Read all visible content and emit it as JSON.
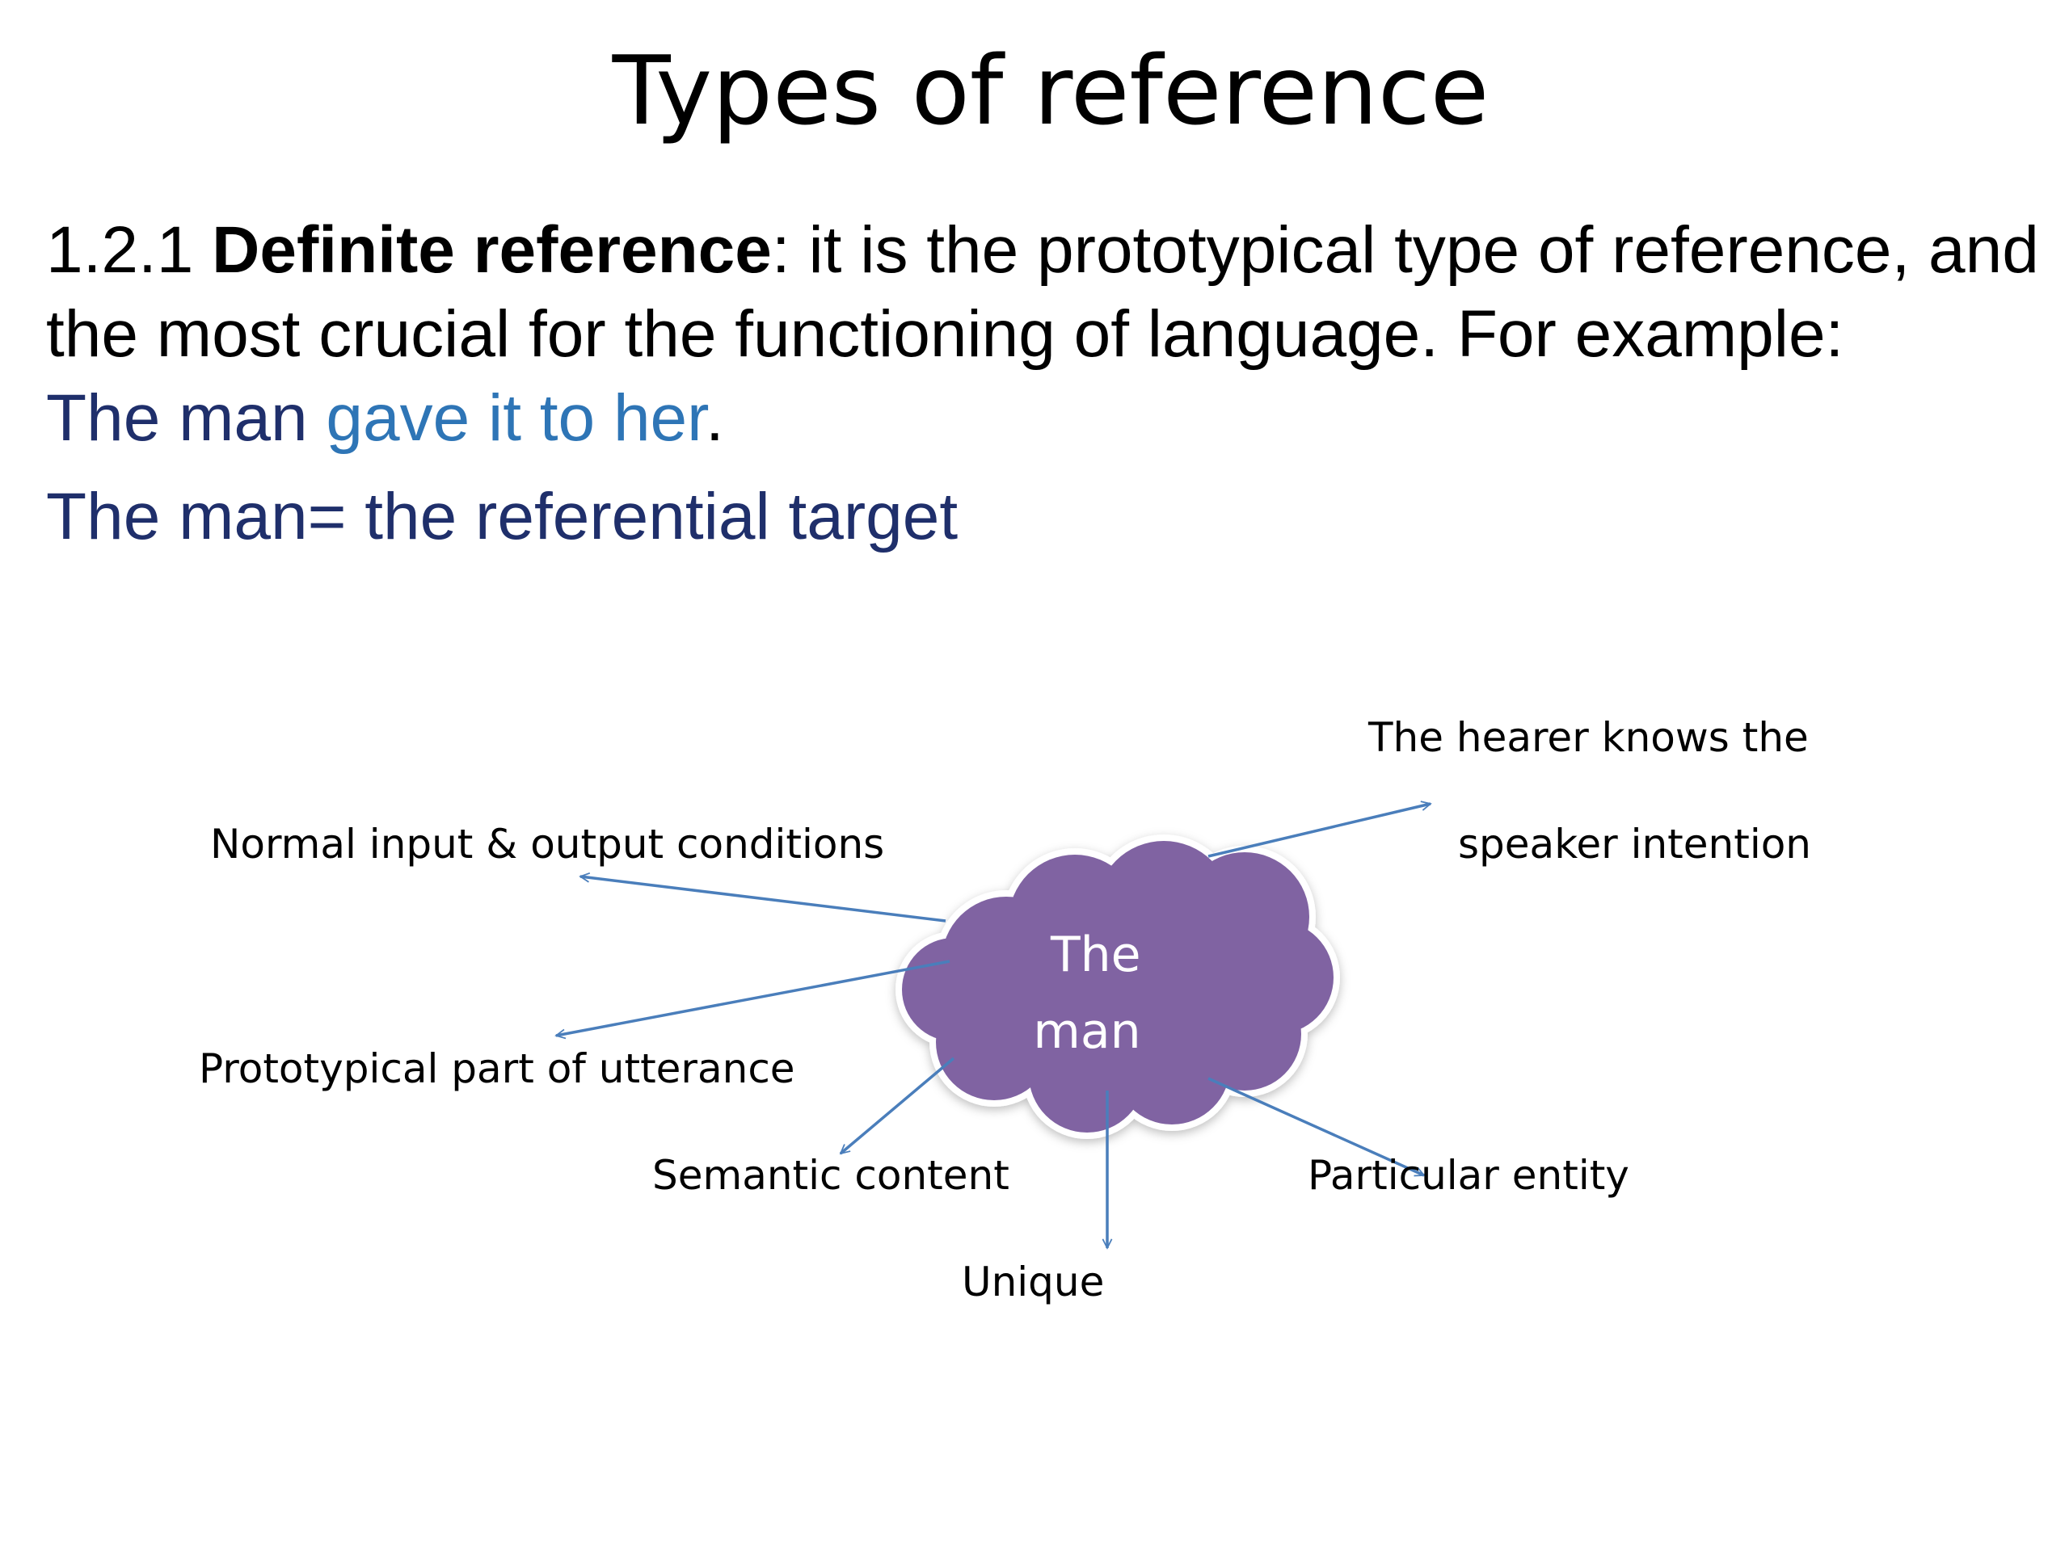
{
  "title": "Types of reference",
  "body": {
    "number": "1.2.1 ",
    "term": "Definite reference",
    "definition": ": it is the prototypical type of reference, and the most crucial for the functioning of language. For example:",
    "example_subject": "The man ",
    "example_predicate": "gave it to her",
    "example_end": ".",
    "target_line": "The man= the referential target"
  },
  "diagram": {
    "center_line1": "The",
    "center_line2": "man",
    "labels": {
      "hearer_line1": "The hearer knows the",
      "hearer_line2": "speaker intention",
      "normal": "Normal input & output conditions",
      "prototypical": "Prototypical part of utterance",
      "semantic": "Semantic content",
      "unique": "Unique",
      "particular": "Particular entity"
    },
    "colors": {
      "cloud_fill": "#8064a2",
      "arrow": "#4a7ebb",
      "navy_text": "#1f2f6b",
      "blue_text": "#2e75b6"
    }
  }
}
